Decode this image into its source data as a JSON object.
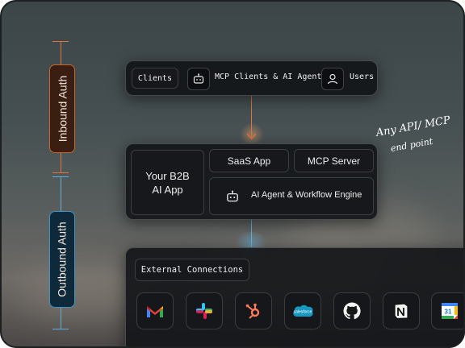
{
  "auth": {
    "inbound_label": "Inbound Auth",
    "outbound_label": "Outbound Auth"
  },
  "clients_bar": {
    "clients_label": "Clients",
    "agents_label": "MCP Clients & AI Agents",
    "users_label": "Users",
    "icons": [
      "robot-icon",
      "user-icon"
    ]
  },
  "annotation": {
    "line1": "Any API/ MCP",
    "line2": "end point"
  },
  "app_block": {
    "main_label_line1": "Your B2B",
    "main_label_line2": "AI App",
    "saas_label": "SaaS App",
    "mcp_server_label": "MCP Server",
    "engine_label": "AI Agent & Workflow Engine",
    "engine_icon": "robot-icon"
  },
  "external": {
    "label": "External Connections",
    "apps": [
      "Gmail",
      "Slack",
      "HubSpot",
      "Salesforce",
      "GitHub",
      "Notion",
      "Google Calendar"
    ],
    "salesforce_text": "salesforce",
    "calendar_day": "31"
  },
  "colors": {
    "inbound_accent": "#e07a33",
    "outbound_accent": "#4aa8e0",
    "inbound_pill": "#3a1e12",
    "outbound_pill": "#0e2a3a"
  }
}
